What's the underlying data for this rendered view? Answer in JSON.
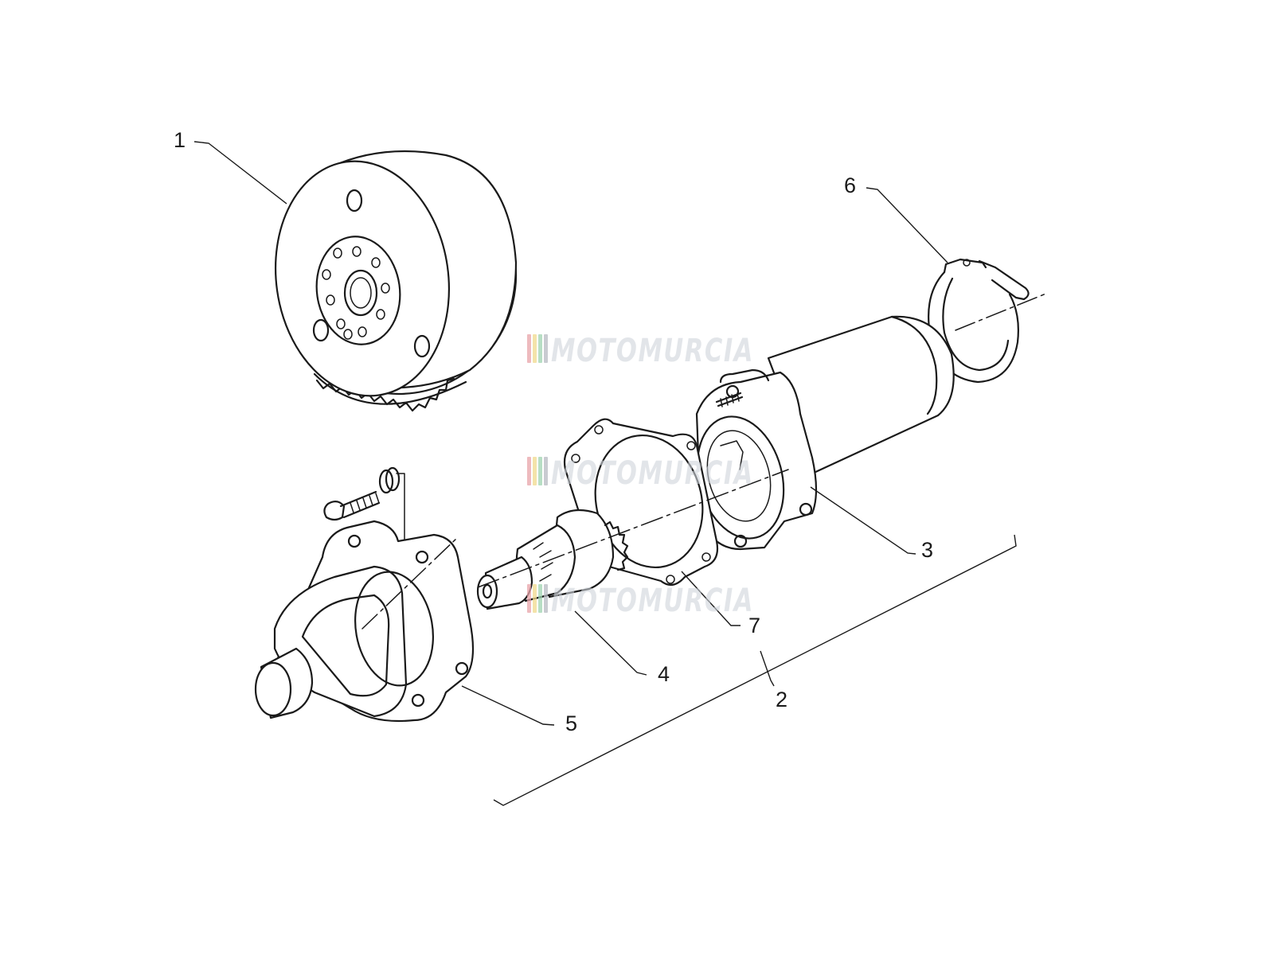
{
  "callouts": [
    "1",
    "2",
    "3",
    "4",
    "5",
    "6",
    "7"
  ],
  "watermark": {
    "text": "MOTOMURCIA",
    "stripe_colors": [
      "#e8a3a8",
      "#f0d98c",
      "#9fd3b0",
      "#b7b9c2"
    ]
  }
}
